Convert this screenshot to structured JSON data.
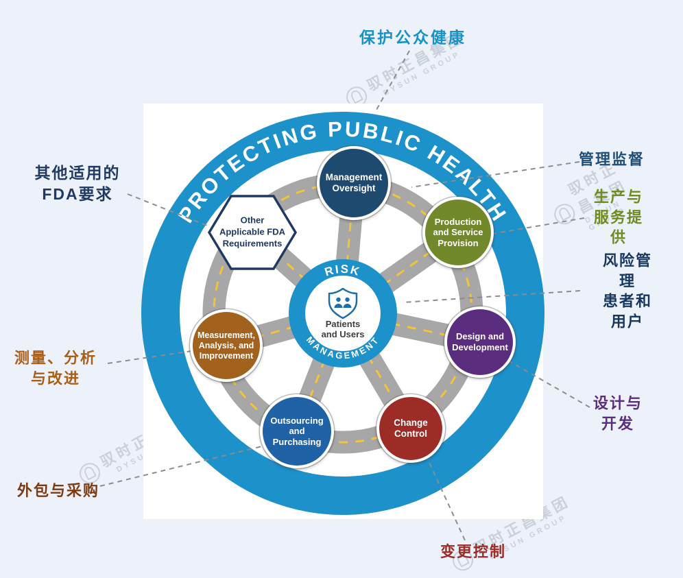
{
  "title_arc": "PROTECTING PUBLIC HEALTH",
  "colors": {
    "ring_blue": "#1d91ca",
    "road_gray": "#a7a7a7",
    "road_dash_yellow": "#f3c33a"
  },
  "hub": {
    "top_arc": "RISK",
    "bottom_arc": "MANAGEMENT",
    "label": "Patients\nand Users",
    "icon": "shield-with-people"
  },
  "nodes": [
    {
      "id": "management-oversight",
      "label": "Management\nOversight",
      "color": "#1e4a70"
    },
    {
      "id": "production-service-provision",
      "label": "Production\nand Service\nProvision",
      "color": "#71892a"
    },
    {
      "id": "design-development",
      "label": "Design and\nDevelopment",
      "color": "#5b2d7f"
    },
    {
      "id": "change-control",
      "label": "Change\nControl",
      "color": "#9d2c27"
    },
    {
      "id": "outsourcing-purchasing",
      "label": "Outsourcing\nand\nPurchasing",
      "color": "#1f63a6"
    },
    {
      "id": "measurement-analysis-improvement",
      "label": "Measurement,\nAnalysis, and\nImprovement",
      "color": "#a2611c"
    }
  ],
  "hexagon": {
    "label": "Other\nApplicable FDA\nRequirements",
    "border_color": "#1e3a63",
    "text_color": "#1e3a63"
  },
  "annotations": {
    "protect_public_health": {
      "text": "保护公众健康",
      "color": "#1693c6"
    },
    "other_fda": {
      "text": "其他适用的\nFDA要求",
      "color": "#203a64"
    },
    "management_oversight": {
      "text": "管理监督",
      "color": "#1f4e79"
    },
    "production_service": {
      "text": "生产与\n服务提供",
      "color": "#6f8c1e"
    },
    "risk_management": {
      "text": "风险管理\n患者和用户",
      "color": "#17375e"
    },
    "design_development": {
      "text": "设计与开发",
      "color": "#5b2d7f"
    },
    "change_control": {
      "text": "变更控制",
      "color": "#9d2c27"
    },
    "outsourcing_purchasing": {
      "text": "外包与采购",
      "color": "#7c3a12"
    },
    "measurement_improvement": {
      "text": "测量、分析\n与改进",
      "color": "#a85f1a"
    }
  },
  "watermark": {
    "cn": "驭时正昌集团",
    "en": "DYSUN GROUP"
  }
}
